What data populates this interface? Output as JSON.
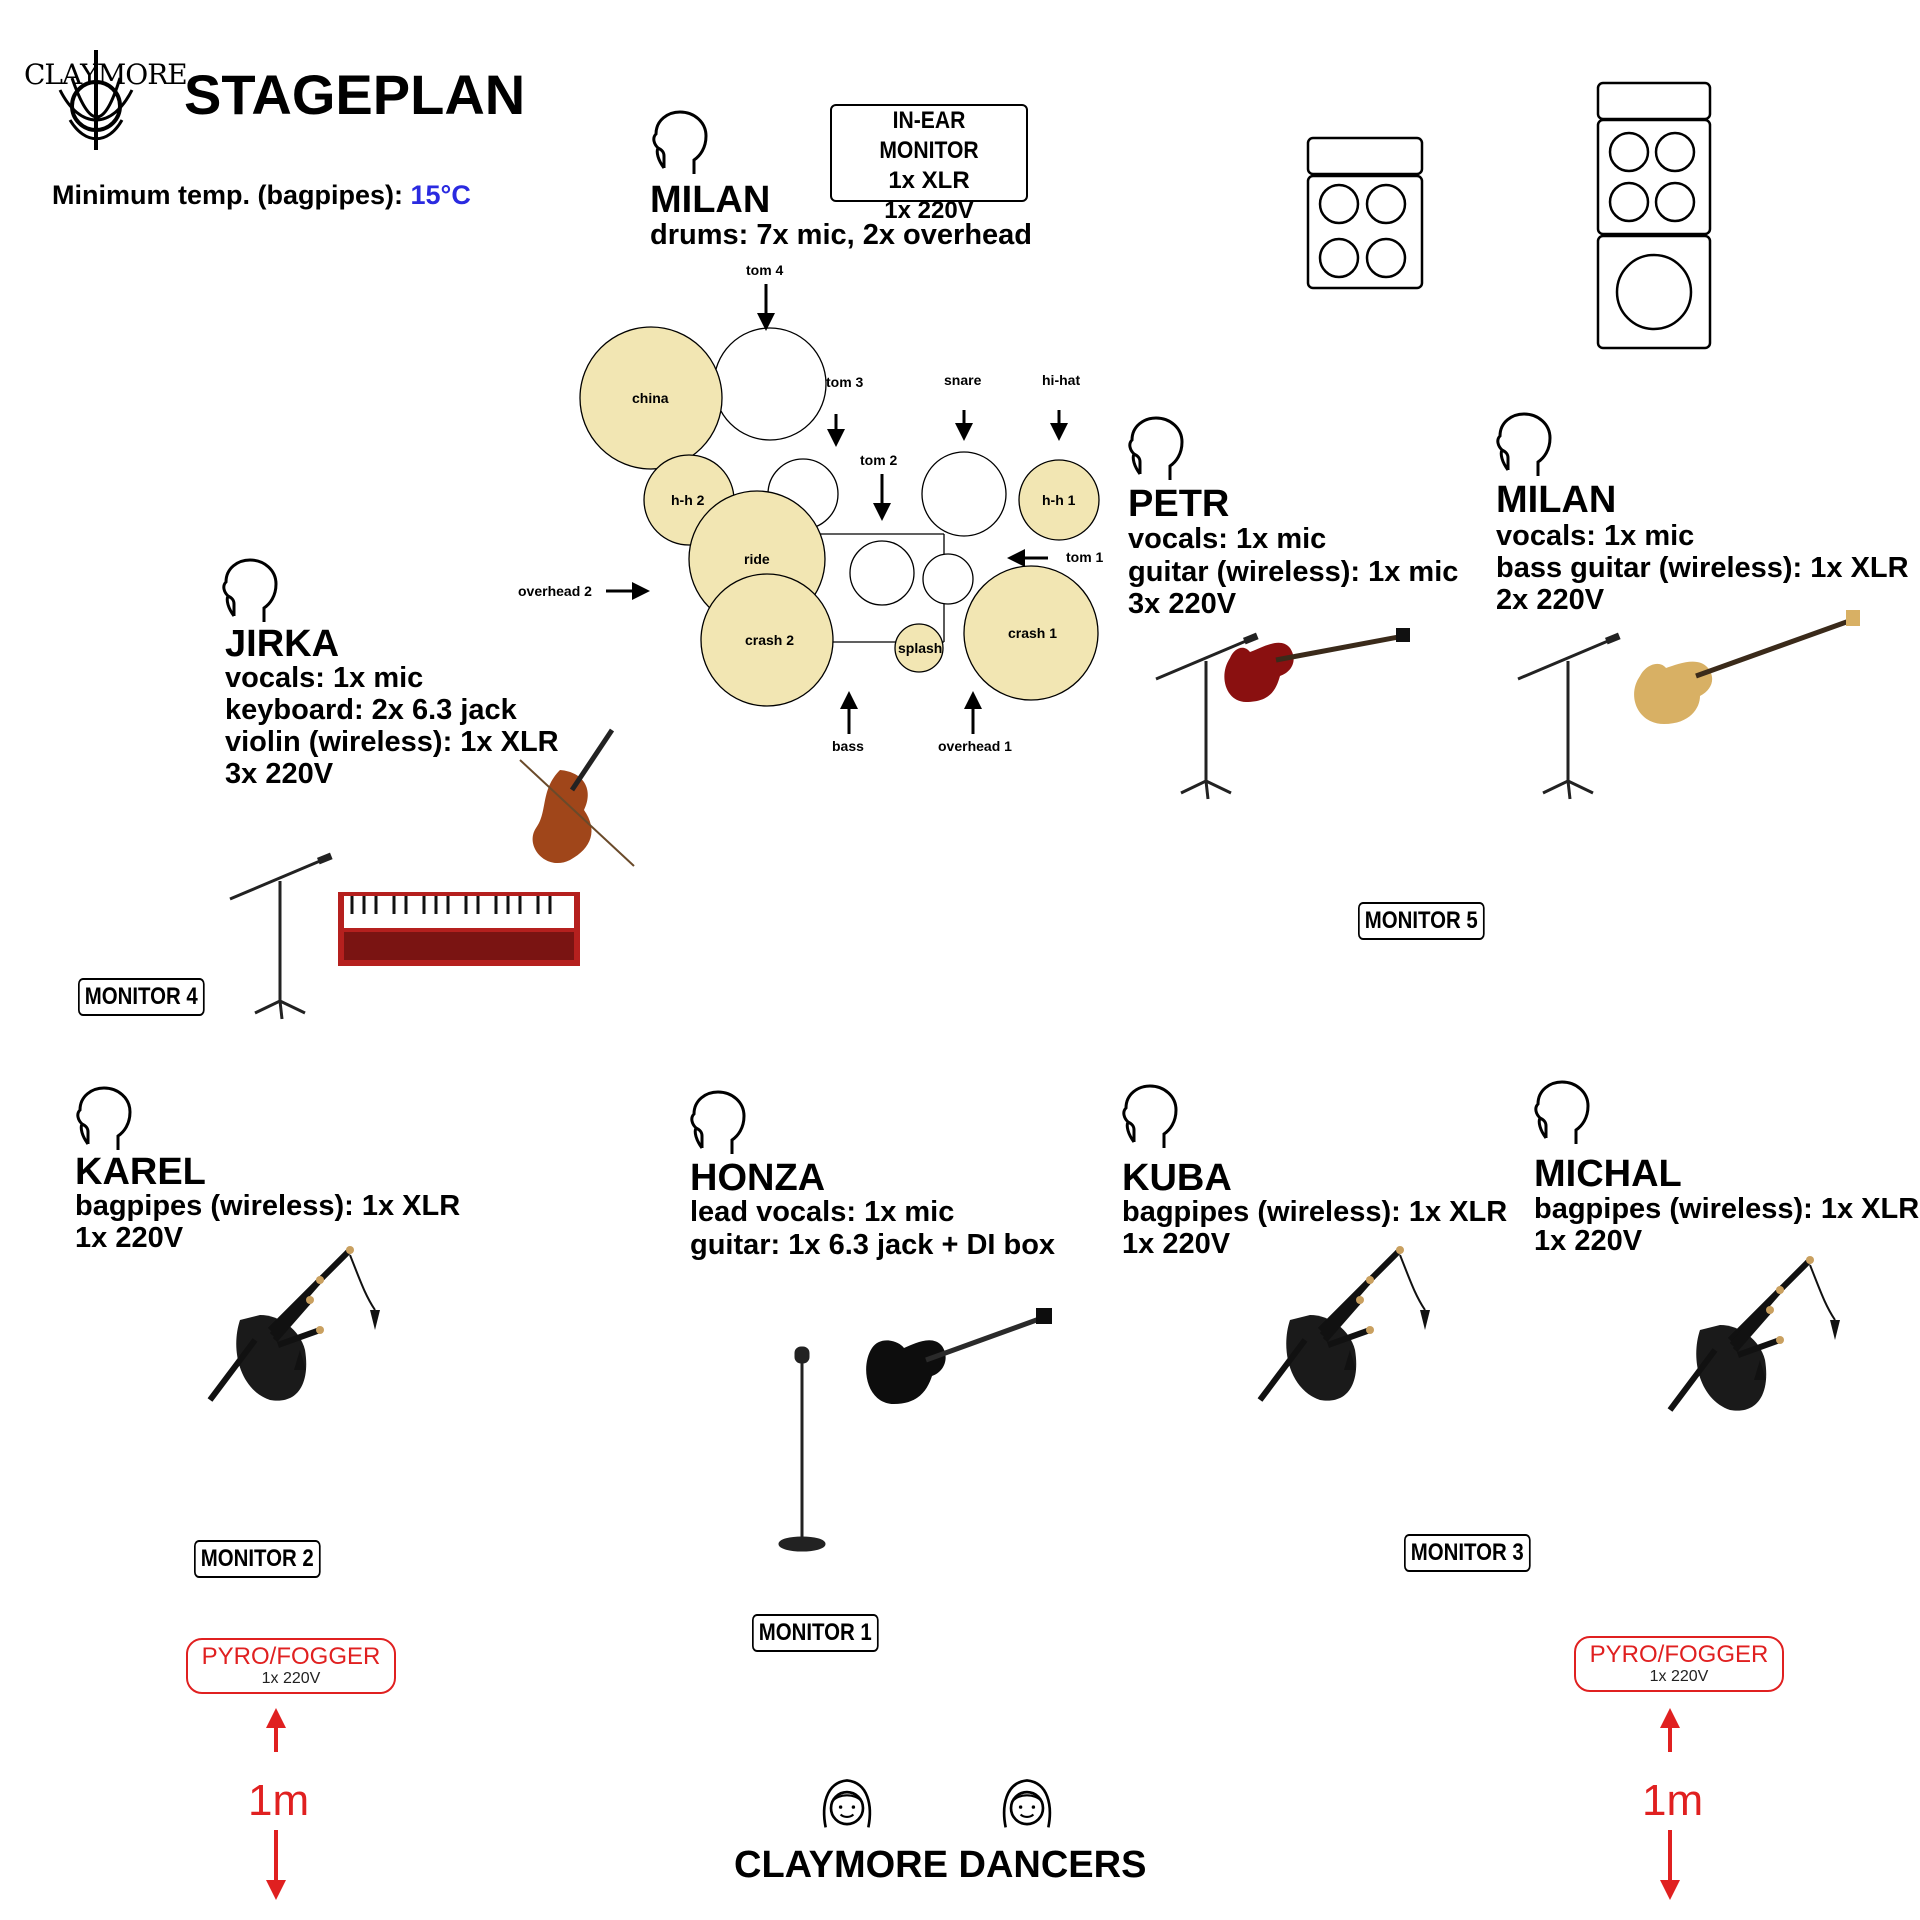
{
  "header": {
    "logo_text": "CLAYMORE",
    "title": "STAGEPLAN",
    "temp_label": "Minimum temp. (bagpipes):",
    "temp_value": "15°C",
    "temp_color": "#2a2ae0"
  },
  "in_ear": {
    "line1": "IN-EAR MONITOR",
    "line2": "1x XLR",
    "line3": "1x 220V"
  },
  "drummer": {
    "name": "MILAN",
    "desc": "drums: 7x mic, 2x overhead"
  },
  "drum_labels": {
    "china": "china",
    "hh2": "h-h 2",
    "ride": "ride",
    "crash2": "crash 2",
    "splash": "splash",
    "crash1": "crash 1",
    "hh1": "h-h 1",
    "tom4": "tom 4",
    "tom3": "tom 3",
    "tom2": "tom 2",
    "tom1": "tom 1",
    "snare": "snare",
    "hihat": "hi-hat",
    "bass": "bass",
    "overhead1": "overhead 1",
    "overhead2": "overhead 2"
  },
  "musicians": {
    "jirka": {
      "name": "JIRKA",
      "lines": [
        "vocals: 1x mic",
        "keyboard: 2x 6.3 jack",
        "violin (wireless): 1x XLR",
        "3x 220V"
      ]
    },
    "petr": {
      "name": "PETR",
      "lines": [
        "vocals: 1x mic",
        "guitar (wireless): 1x mic",
        "3x 220V"
      ]
    },
    "milan_bass": {
      "name": "MILAN",
      "lines": [
        "vocals: 1x mic",
        "bass guitar (wireless): 1x XLR",
        "2x 220V"
      ]
    },
    "karel": {
      "name": "KAREL",
      "lines": [
        "bagpipes (wireless): 1x XLR",
        "1x 220V"
      ]
    },
    "honza": {
      "name": "HONZA",
      "lines": [
        "lead vocals: 1x mic",
        "guitar: 1x 6.3 jack + DI box"
      ]
    },
    "kuba": {
      "name": "KUBA",
      "lines": [
        "bagpipes (wireless): 1x XLR",
        "1x 220V"
      ]
    },
    "michal": {
      "name": "MICHAL",
      "lines": [
        "bagpipes (wireless): 1x XLR",
        "1x 220V"
      ]
    }
  },
  "monitors": {
    "m1": "MONITOR 1",
    "m2": "MONITOR 2",
    "m3": "MONITOR 3",
    "m4": "MONITOR 4",
    "m5": "MONITOR 5"
  },
  "pyro": {
    "label": "PYRO/FOGGER",
    "power": "1x 220V",
    "distance": "1m",
    "color": "#e02020"
  },
  "dancers": {
    "label": "CLAYMORE DANCERS"
  },
  "colors": {
    "cymbal_fill": "#f2e6b3"
  }
}
